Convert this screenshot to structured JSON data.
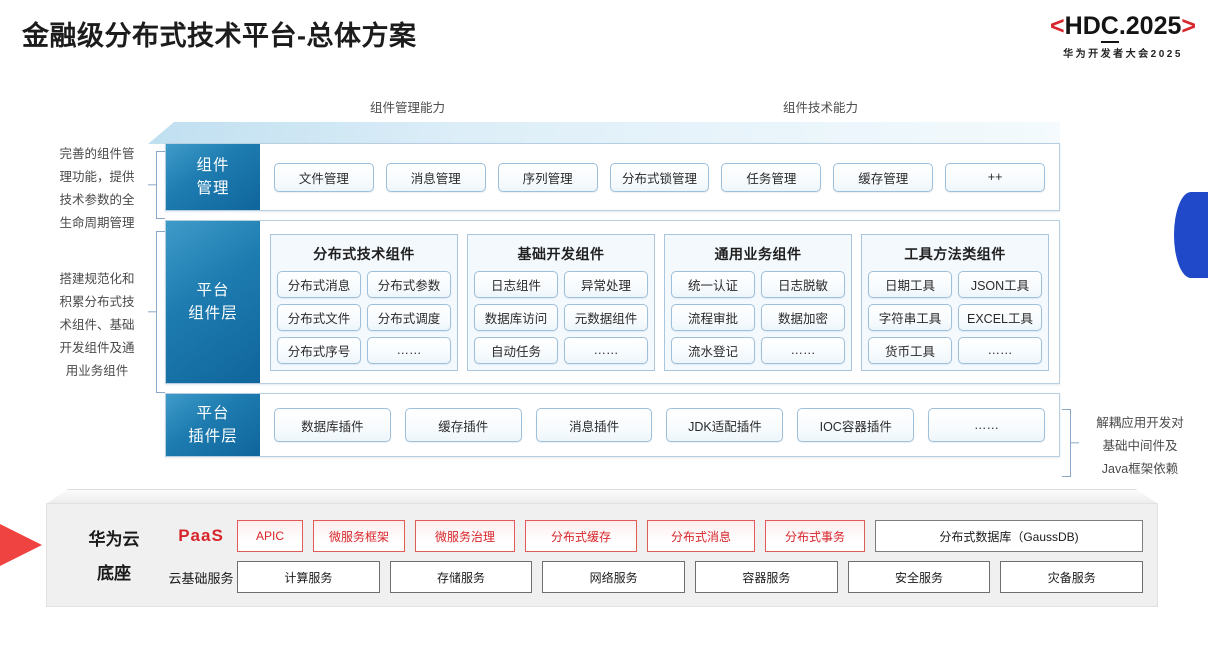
{
  "header": {
    "title": "金融级分布式技术平台-总体方案",
    "logo": {
      "left_bracket": "<",
      "main": "HD",
      "underlined": "C",
      "tail": ".2025",
      "right_bracket": ">",
      "subtitle": "华为开发者大会2025"
    }
  },
  "arrows": [
    {
      "label": "组件管理能力"
    },
    {
      "label": "组件技术能力"
    }
  ],
  "side_notes": {
    "left_top": "完善的组件管\n理功能，提供\n技术参数的全\n生命周期管理",
    "left_top_lines": [
      "完善的组件管",
      "理功能，提供",
      "技术参数的全",
      "生命周期管理"
    ],
    "left_bottom_lines": [
      "搭建规范化和",
      "积累分布式技",
      "术组件、基础",
      "开发组件及通",
      "用业务组件"
    ],
    "right_lines": [
      "解耦应用开发对",
      "基础中间件及",
      "Java框架依赖"
    ]
  },
  "layers": {
    "component_management": {
      "label_lines": [
        "组件",
        "管理"
      ],
      "items": [
        "文件管理",
        "消息管理",
        "序列管理",
        "分布式锁管理",
        "任务管理",
        "缓存管理",
        "++"
      ]
    },
    "platform_component": {
      "label_lines": [
        "平台",
        "组件层"
      ],
      "groups": [
        {
          "title": "分布式技术组件",
          "items": [
            "分布式消息",
            "分布式参数",
            "分布式文件",
            "分布式调度",
            "分布式序号",
            "……"
          ]
        },
        {
          "title": "基础开发组件",
          "items": [
            "日志组件",
            "异常处理",
            "数据库访问",
            "元数据组件",
            "自动任务",
            "……"
          ]
        },
        {
          "title": "通用业务组件",
          "items": [
            "统一认证",
            "日志脱敏",
            "流程审批",
            "数据加密",
            "流水登记",
            "……"
          ]
        },
        {
          "title": "工具方法类组件",
          "items": [
            "日期工具",
            "JSON工具",
            "字符串工具",
            "EXCEL工具",
            "货币工具",
            "……"
          ]
        }
      ]
    },
    "platform_plugin": {
      "label_lines": [
        "平台",
        "插件层"
      ],
      "items": [
        "数据库插件",
        "缓存插件",
        "消息插件",
        "JDK适配插件",
        "IOC容器插件",
        "……"
      ]
    }
  },
  "base": {
    "title_lines": [
      "华为云",
      "底座"
    ],
    "paas": {
      "label": "PaaS",
      "items": [
        {
          "label": "APIC",
          "style": "red"
        },
        {
          "label": "微服务框架",
          "style": "red"
        },
        {
          "label": "微服务治理",
          "style": "red"
        },
        {
          "label": "分布式缓存",
          "style": "red"
        },
        {
          "label": "分布式消息",
          "style": "red"
        },
        {
          "label": "分布式事务",
          "style": "red"
        },
        {
          "label": "分布式数据库（GaussDB)",
          "style": "gray"
        }
      ]
    },
    "cloud_basic": {
      "label": "云基础服务",
      "items": [
        "计算服务",
        "存储服务",
        "网络服务",
        "容器服务",
        "安全服务",
        "灾备服务"
      ]
    }
  },
  "colors": {
    "brand_red": "#d7262b",
    "layer_blue": "#1e7cb0",
    "accent_blue": "#1f49c9",
    "base_gray": "#f0f0f0"
  }
}
